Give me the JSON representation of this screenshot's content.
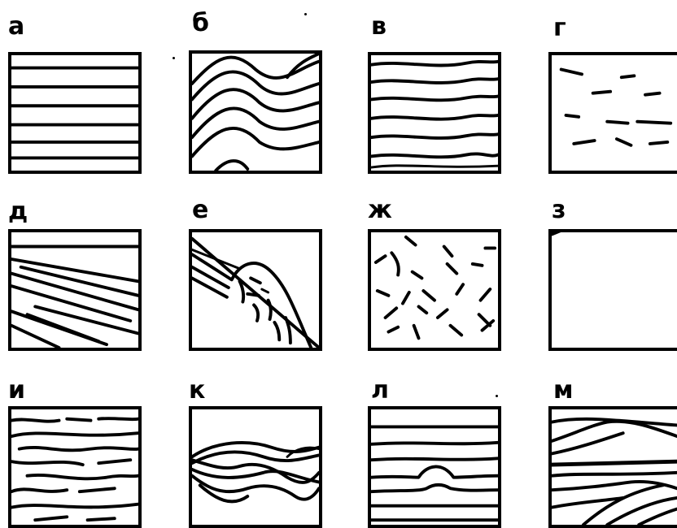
{
  "panels": [
    {
      "label": "а"
    },
    {
      "label": "б"
    },
    {
      "label": "в"
    },
    {
      "label": "г"
    },
    {
      "label": "д"
    },
    {
      "label": "е"
    },
    {
      "label": "ж"
    },
    {
      "label": "з"
    },
    {
      "label": "и"
    },
    {
      "label": "к"
    },
    {
      "label": "л"
    },
    {
      "label": "м"
    }
  ]
}
